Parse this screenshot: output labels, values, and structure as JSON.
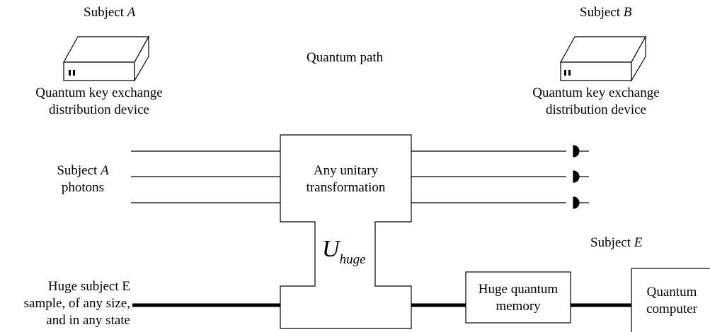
{
  "subject_a_device": {
    "title_prefix": "Subject ",
    "title_var": "A",
    "caption_line1": "Quantum key exchange",
    "caption_line2": "distribution device"
  },
  "subject_b_device": {
    "title_prefix": "Subject ",
    "title_var": "B",
    "caption_line1": "Quantum key exchange",
    "caption_line2": "distribution device"
  },
  "quantum_path_label": "Quantum path",
  "photons_label": {
    "line1_prefix": "Subject ",
    "line1_var": "A",
    "line2": "photons"
  },
  "unitary_box": {
    "line1": "Any unitary",
    "line2": "transformation",
    "operator_symbol": "U",
    "operator_subscript": "huge"
  },
  "subject_e_label": {
    "prefix": "Subject ",
    "var": "E"
  },
  "huge_sample_label": {
    "line1": "Huge subject E",
    "line2": "sample, of any size,",
    "line3": "and in any state"
  },
  "memory_box": {
    "line1": "Huge quantum",
    "line2": "memory"
  },
  "computer_box": {
    "line1": "Quantum",
    "line2": "computer"
  }
}
